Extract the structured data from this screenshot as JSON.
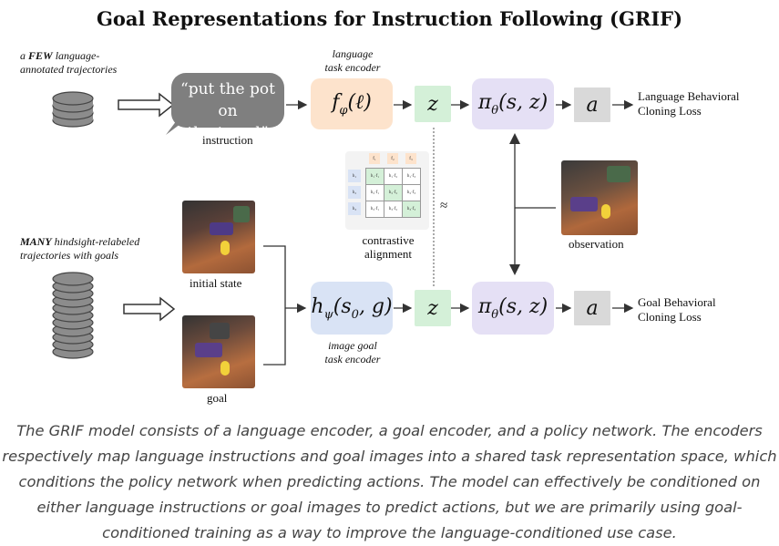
{
  "title": "Goal Representations for Instruction Following (GRIF)",
  "top_left": {
    "label_bold": "FEW",
    "label_pre": "a ",
    "label_post": " language-",
    "label_line2": "annotated trajectories"
  },
  "bottom_left": {
    "label_bold": "MANY",
    "label_post": " hindsight-relabeled",
    "label_line2": "trajectories with goals"
  },
  "instruction": {
    "text_line1": "“put the pot on",
    "text_line2": "the towel”",
    "label": "instruction"
  },
  "language_encoder": {
    "label_line1": "language",
    "label_line2": "task encoder"
  },
  "image_encoder": {
    "label_line1": "image goal",
    "label_line2": "task encoder"
  },
  "z_label": "z",
  "action_label": "a",
  "policy_label": "π",
  "contrastive": {
    "label_line1": "contrastive",
    "label_line2": "alignment",
    "approx": "≈"
  },
  "observation_label": "observation",
  "initial_state_label": "initial state",
  "goal_label": "goal",
  "loss_language": {
    "line1": "Language Behavioral",
    "line2": "Cloning Loss"
  },
  "loss_goal": {
    "line1": "Goal Behavioral",
    "line2": "Cloning  Loss"
  },
  "caption": "The GRIF model consists of a language encoder, a goal encoder, and a policy network. The encoders respectively map language instructions and goal images into a shared task representation space, which conditions the policy network when predicting actions. The model can effectively be conditioned on either language instructions or goal images to predict actions, but we are primarily using goal-conditioned training as a way to improve the language-conditioned use case.",
  "colors": {
    "orange": "#fde3cc",
    "green": "#d4f0d8",
    "purple": "#e5e0f5",
    "blue": "#d9e3f5",
    "gray": "#d9d9d9",
    "bubble": "#7f7f7f"
  },
  "matrix": {
    "col_headers": [
      "f₁",
      "f₂",
      "f₃"
    ],
    "row_headers": [
      "h₁",
      "h₂",
      "h₃"
    ],
    "cells": [
      [
        "h₁·f₁",
        "h₁·f₂",
        "h₁·f₃"
      ],
      [
        "h₂·f₁",
        "h₂·f₂",
        "h₂·f₃"
      ],
      [
        "h₃·f₁",
        "h₃·f₂",
        "h₃·f₃"
      ]
    ]
  }
}
